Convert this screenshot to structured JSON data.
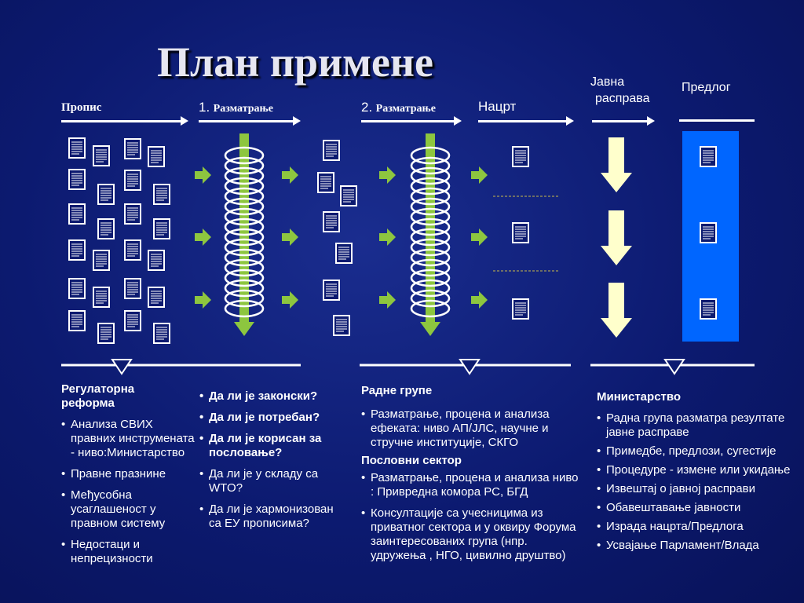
{
  "title": "План примене",
  "stages": {
    "propis": "Пропис",
    "razm1_num": "1.",
    "razm1": "Разматрање",
    "razm2_num": "2.",
    "razm2": "Разматрање",
    "nacrt": "Нацрт",
    "javna": "Јавна",
    "rasprava": "расправа",
    "predlog": "Предлог"
  },
  "col1": {
    "heading1": "Регулаторна",
    "heading2": "реформа",
    "items": [
      "Анализа СВИХ правних инструмената  - ниво:Министарство",
      "Правне празнине",
      "Међусобна усаглашеност у правном систему",
      "Недостаци и непрецизности"
    ]
  },
  "col2": {
    "items": [
      "Да ли је законски?",
      "Да ли је потребан?",
      "Да ли је корисан за пословање?",
      "Да ли је у складу са WTO?",
      "Да ли је хармонизован са ЕУ прописима?"
    ]
  },
  "col3": {
    "heading1": "Радне групе",
    "item1": "Разматрање, процена и анализа ефеката: ниво  АП/ЈЛС, научне и стручне институције, СКГО",
    "heading2": "Пословни сектор",
    "item2": "Разматрање, процена и анализа ниво : Привредна комора РС, БГД",
    "item3": "Консултације са учесницима из приватног сектора и у оквиру Форума заинтересованих група (нпр. удружења , НГО, цивилно друштво)"
  },
  "col4": {
    "heading": "Министарство",
    "items": [
      "Радна група разматра резултате јавне расправе",
      "Примедбе, предлози, сугестије",
      "Процедуре  - измене или укидање",
      "Извештај о јавној расправи",
      "Обавештавање јавности",
      "Израда нацрта/Предлога",
      "Усвајање  Парламент/Влада"
    ]
  },
  "colors": {
    "background": "#0c1a70",
    "green": "#8dc63f",
    "arrow_light": "#ffffcc",
    "blue_panel": "#0066ff"
  },
  "icons": [
    "document-icon",
    "spring-filter-icon",
    "green-arrow-icon",
    "down-arrow-icon",
    "triangle-marker-icon"
  ]
}
